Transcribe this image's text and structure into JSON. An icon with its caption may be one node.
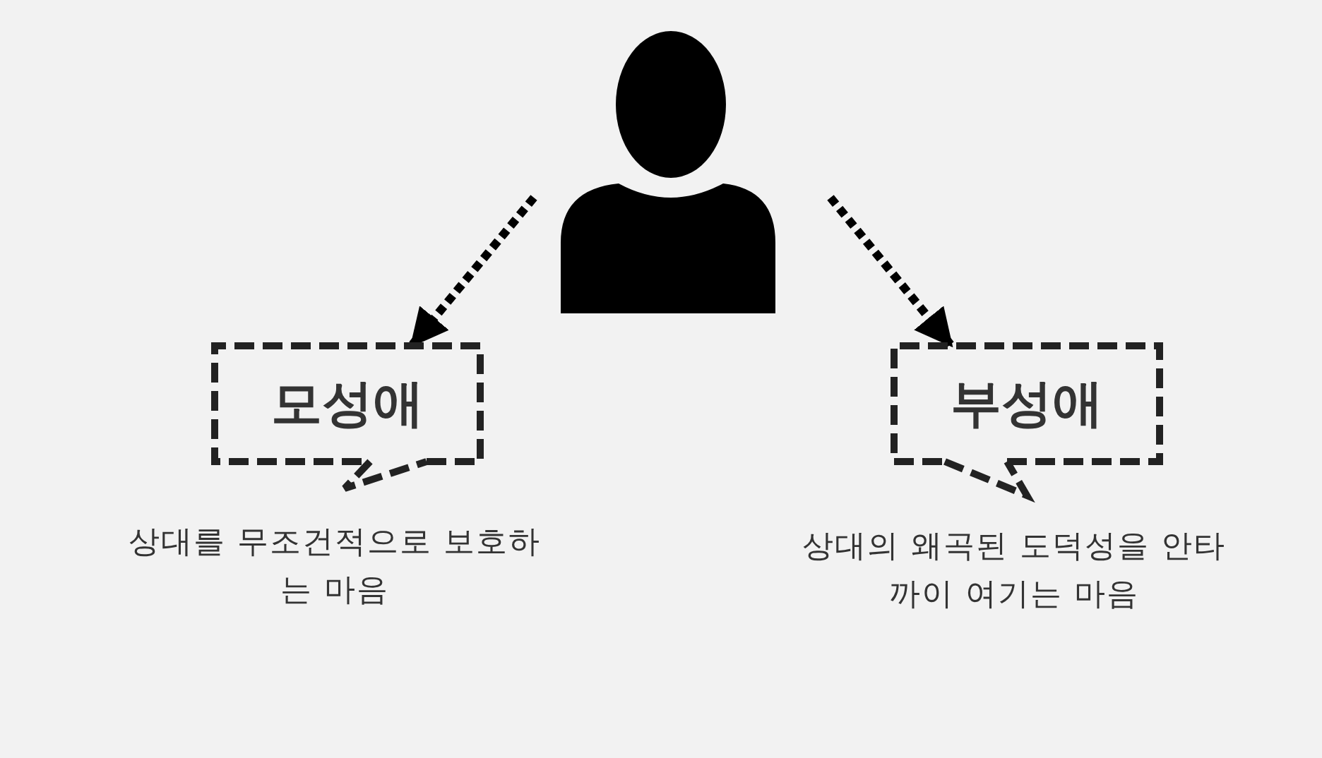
{
  "diagram": {
    "nodes": [
      {
        "text": [],
        "shape": "person"
      },
      {
        "text": [
          "모성애"
        ],
        "beside": [
          "상대를 무조건적으로 보호하는 마음"
        ]
      },
      {
        "text": [
          "부성애"
        ],
        "beside": [
          "상대의 왜곡된 도덕성을 안타까이 여기는 마음"
        ]
      }
    ],
    "edges": [
      {
        "from": 0,
        "to": 1,
        "arrow": "to",
        "style": "dashed"
      },
      {
        "from": 0,
        "to": 2,
        "arrow": "to",
        "style": "dashed"
      }
    ]
  }
}
